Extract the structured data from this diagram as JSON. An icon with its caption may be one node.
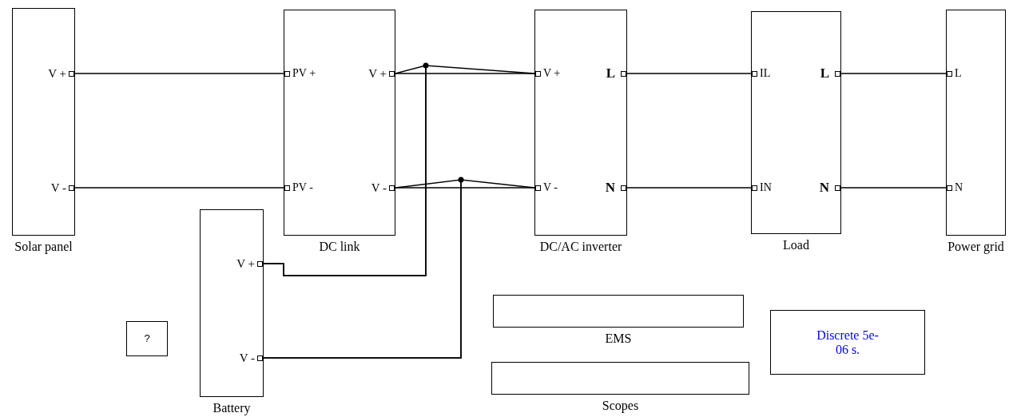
{
  "diagram": {
    "nodes": [
      {
        "text": [
          "V +",
          "V -",
          "Solar panel"
        ]
      },
      {
        "text": [
          "PV +",
          "V +",
          "PV -",
          "V -",
          "DC link"
        ]
      },
      {
        "text": [
          "V +",
          "L",
          "V -",
          "N",
          "DC/AC inverter"
        ]
      },
      {
        "text": [
          "IL",
          "L",
          "IN",
          "N",
          "Load"
        ]
      },
      {
        "text": [
          "L",
          "N",
          "Power grid"
        ]
      },
      {
        "text": [
          "V +",
          "V -",
          "Battery"
        ]
      },
      {
        "text": [
          "?"
        ]
      },
      {
        "text": [
          "EMS"
        ]
      },
      {
        "text": [
          "Scopes"
        ]
      },
      {
        "text": [
          "Discrete 5e-06 s."
        ]
      }
    ],
    "edges": [
      {
        "from": 0,
        "to": 1,
        "arrow": "none"
      },
      {
        "from": 0,
        "to": 1,
        "arrow": "none"
      },
      {
        "from": 1,
        "to": 2,
        "arrow": "none"
      },
      {
        "from": 1,
        "to": 2,
        "arrow": "none"
      },
      {
        "from": 5,
        "to": 1,
        "arrow": "none"
      },
      {
        "from": 5,
        "to": 2,
        "arrow": "none"
      },
      {
        "from": 5,
        "to": 1,
        "arrow": "none"
      },
      {
        "from": 5,
        "to": 2,
        "arrow": "none"
      },
      {
        "from": 2,
        "to": 3,
        "arrow": "none"
      },
      {
        "from": 2,
        "to": 3,
        "arrow": "none"
      },
      {
        "from": 3,
        "to": 4,
        "arrow": "none"
      },
      {
        "from": 3,
        "to": 4,
        "arrow": "none"
      }
    ]
  }
}
